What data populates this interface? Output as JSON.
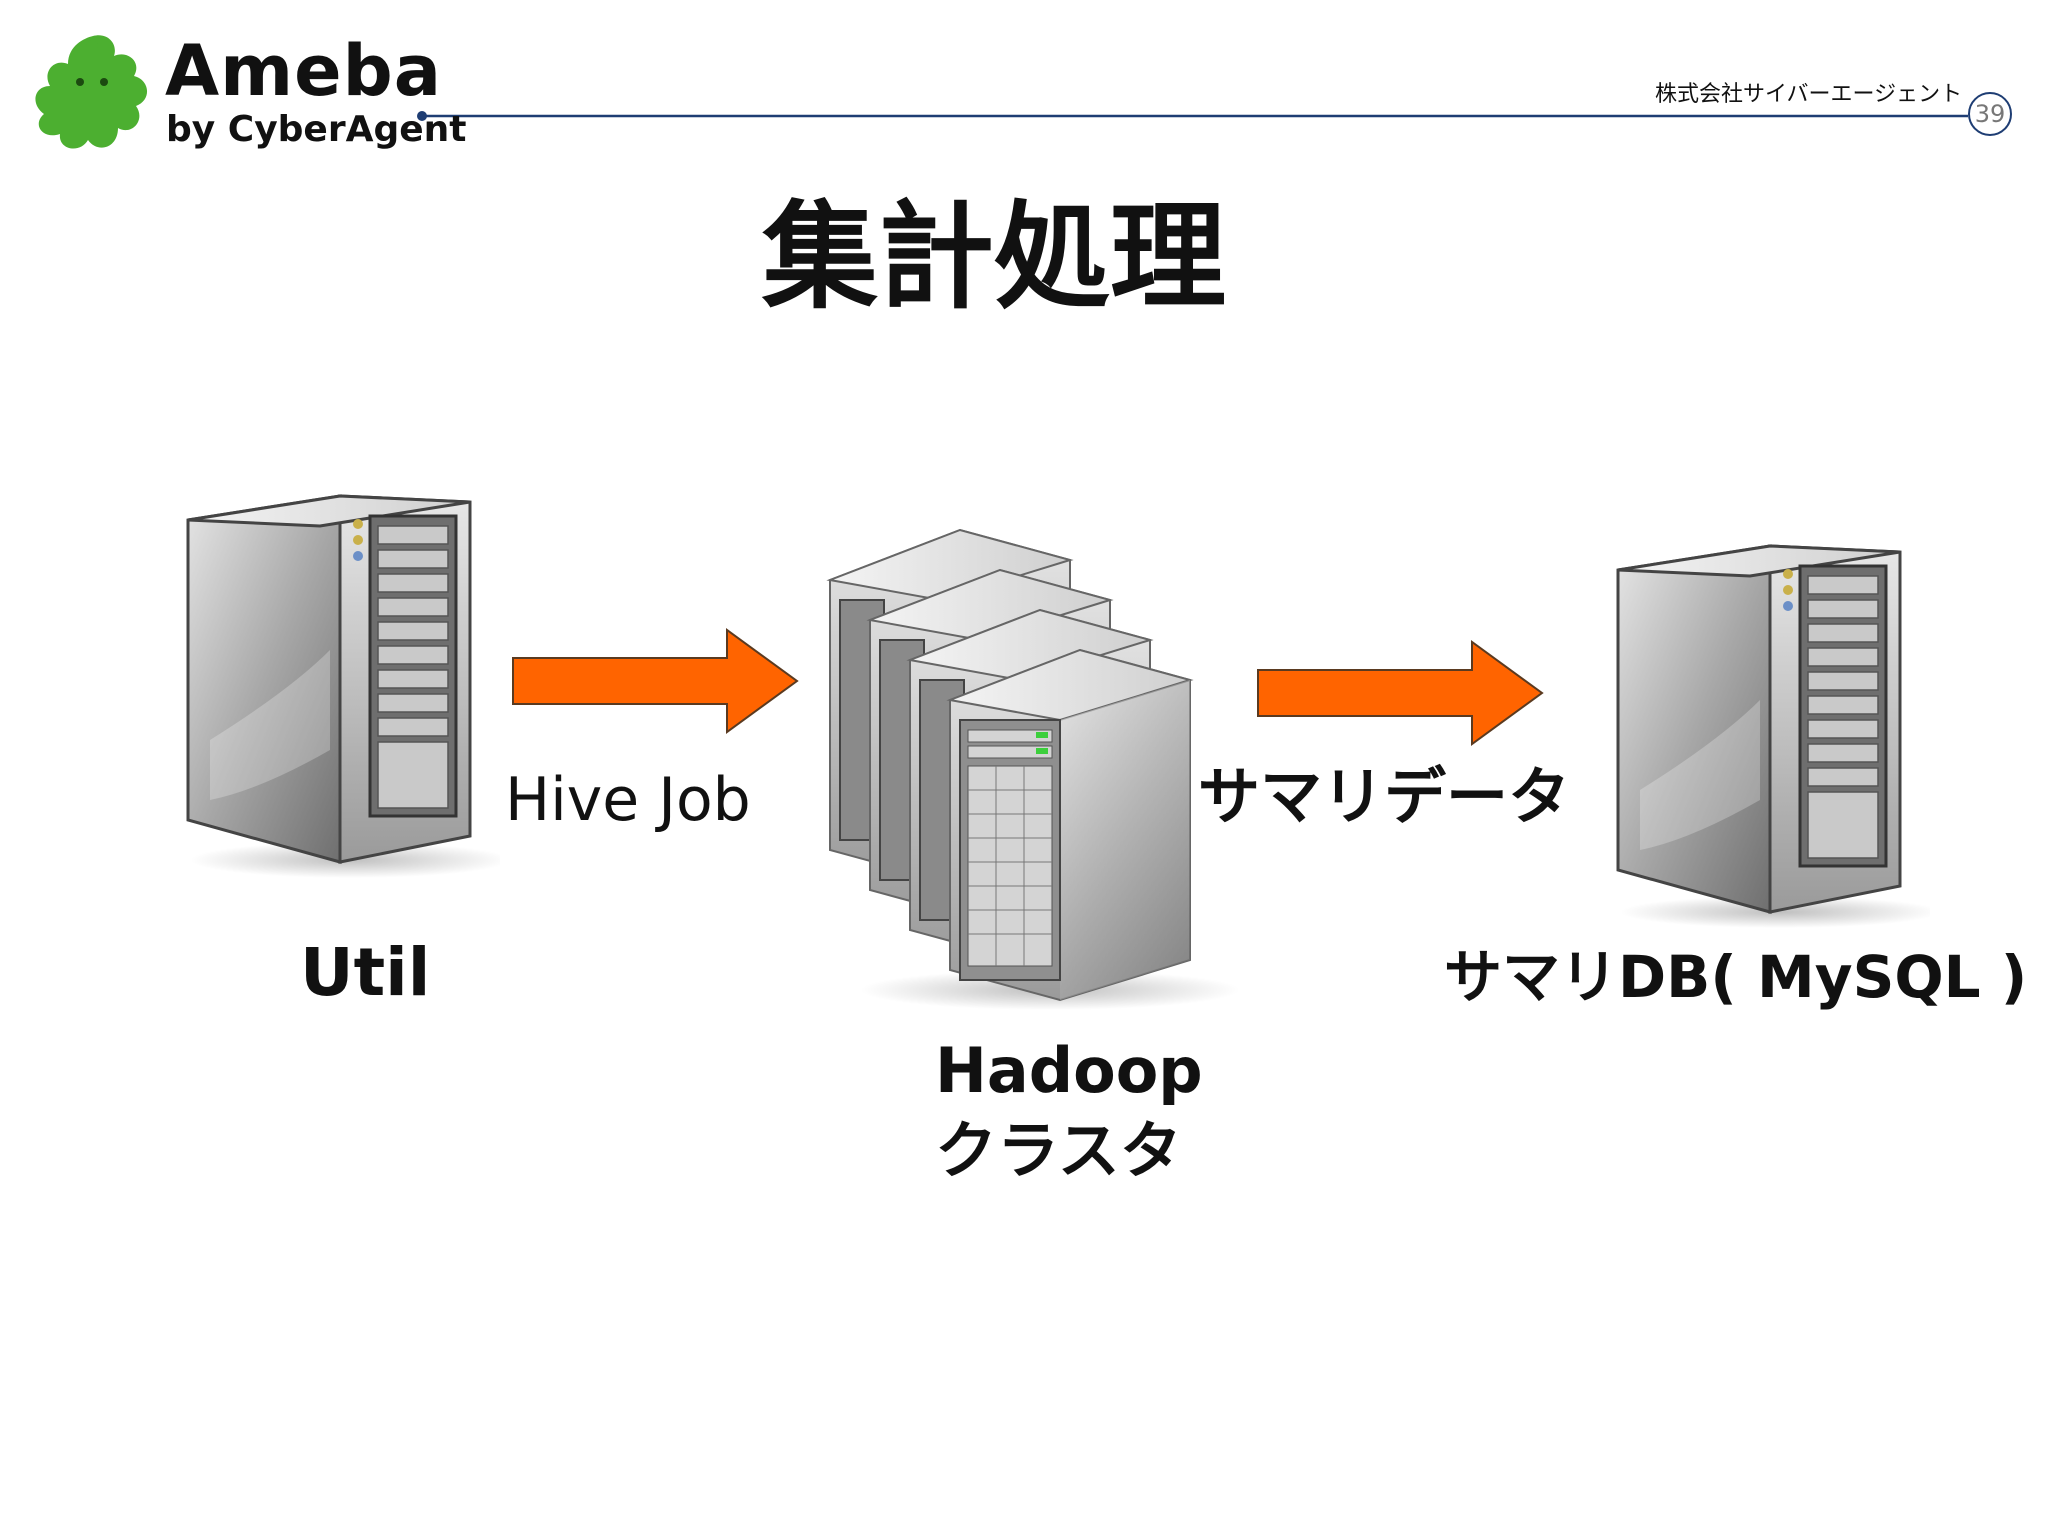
{
  "header": {
    "brand_name": "Ameba",
    "brand_sub": "by CyberAgent",
    "company": "株式会社サイバーエージェント",
    "page_number": "39"
  },
  "title": "集計処理",
  "diagram": {
    "nodes": {
      "util": "Util",
      "hadoop_line1": "Hadoop",
      "hadoop_line2": "クラスタ",
      "summary_db": "サマリDB( MySQL )"
    },
    "edges": {
      "hive_job": "Hive Job",
      "summary_data": "サマリデータ"
    },
    "colors": {
      "arrow": "#ff6400",
      "accent_line": "#1e3d73",
      "logo_green": "#4caf30"
    }
  }
}
